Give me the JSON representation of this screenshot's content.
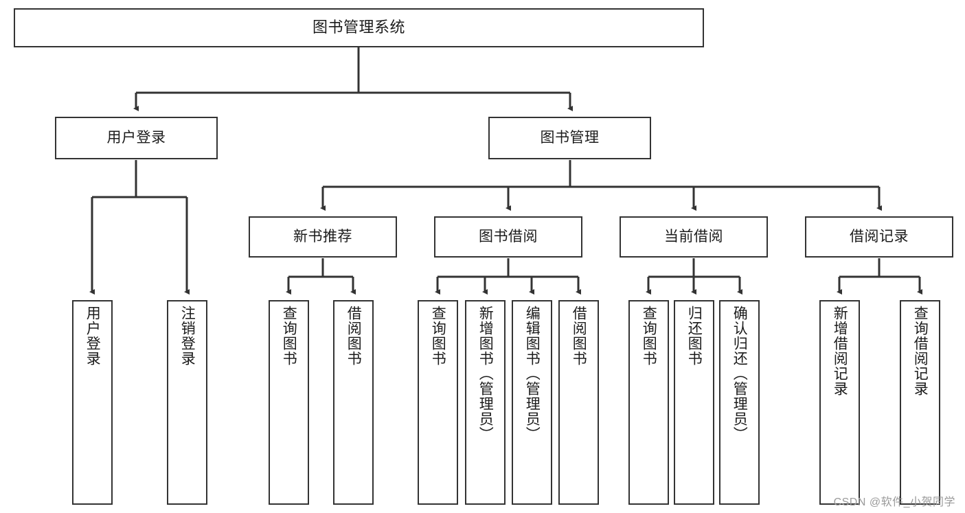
{
  "diagram": {
    "title": "图书管理系统",
    "type": "tree-hierarchy-chart",
    "watermark": "CSDN @软件_小贺同学",
    "colors": {
      "box_border": "#333333",
      "box_fill": "#ffffff",
      "edge": "#333333",
      "text": "#1b1b1b",
      "watermark": "#9a9a9a",
      "background": "#ffffff"
    },
    "nodes": {
      "root": {
        "label": "图书管理系统"
      },
      "level2": [
        {
          "label": "用户登录"
        },
        {
          "label": "图书管理"
        }
      ],
      "level3": [
        {
          "label": "新书推荐"
        },
        {
          "label": "图书借阅"
        },
        {
          "label": "当前借阅"
        },
        {
          "label": "借阅记录"
        }
      ],
      "leaves": {
        "user_login": [
          {
            "label": "用户登录"
          },
          {
            "label": "注销登录"
          }
        ],
        "new_book_recommend": [
          {
            "label": "查询图书"
          },
          {
            "label": "借阅图书"
          }
        ],
        "book_borrow": [
          {
            "label": "查询图书"
          },
          {
            "label": "新增图书（管理员）"
          },
          {
            "label": "编辑图书（管理员）"
          },
          {
            "label": "借阅图书"
          }
        ],
        "current_borrow": [
          {
            "label": "查询图书"
          },
          {
            "label": "归还图书"
          },
          {
            "label": "确认归还（管理员）"
          }
        ],
        "borrow_record": [
          {
            "label": "新增借阅记录"
          },
          {
            "label": "查询借阅记录"
          }
        ]
      }
    }
  }
}
